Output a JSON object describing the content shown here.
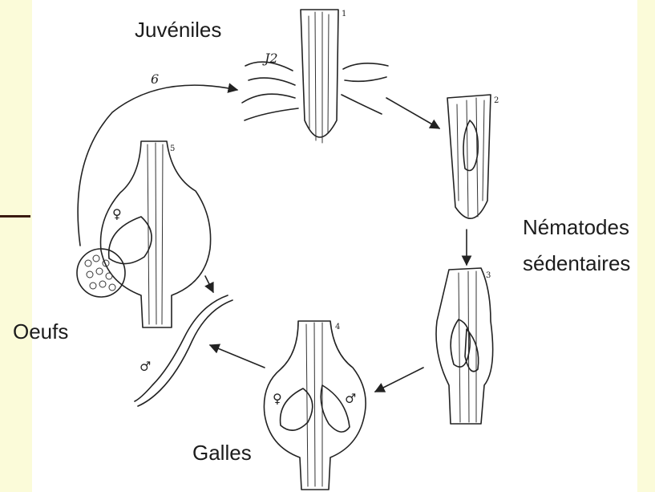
{
  "labels": {
    "juveniles": "Juvéniles",
    "nematodes": "Nématodes",
    "sedentaires": "sédentaires",
    "oeufs": "Oeufs",
    "galles": "Galles"
  },
  "stage_numbers": [
    "1",
    "2",
    "3",
    "4",
    "5"
  ],
  "cycle_arrow_number": "6",
  "juvenile_tag": "J2",
  "female_symbol": "♀",
  "male_symbol": "♂",
  "colors": {
    "slide_background": "#fbfbd9",
    "panel": "#ffffff",
    "ink": "#222222",
    "accent_rule": "#3a1a10"
  }
}
